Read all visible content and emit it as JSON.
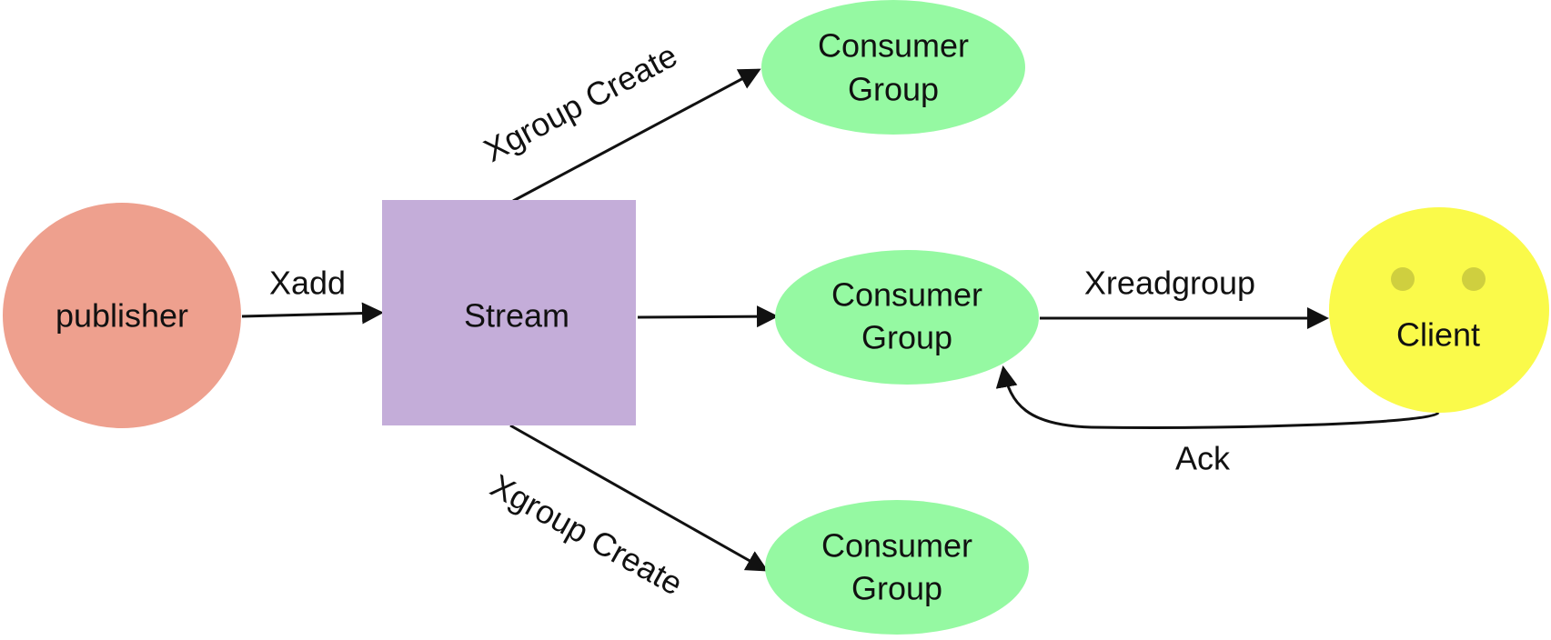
{
  "colors": {
    "publisher": "#EEA08E",
    "stream": "#C4ADD9",
    "consumer_group": "#95F9A2",
    "client": "#FAFA4A",
    "client_eyes": "#CFCF3F",
    "edge": "#111111"
  },
  "nodes": {
    "publisher": {
      "label": "publisher"
    },
    "stream": {
      "label": "Stream"
    },
    "consumer_group_top": {
      "label_line1": "Consumer",
      "label_line2": "Group"
    },
    "consumer_group_middle": {
      "label_line1": "Consumer",
      "label_line2": "Group"
    },
    "consumer_group_bottom": {
      "label_line1": "Consumer",
      "label_line2": "Group"
    },
    "client": {
      "label": "Client",
      "icon": "smiley-face-icon"
    }
  },
  "edges": {
    "xadd": {
      "label": "Xadd"
    },
    "xgroup_create_top": {
      "label": "Xgroup Create"
    },
    "xgroup_create_bottom": {
      "label": "Xgroup Create"
    },
    "xreadgroup": {
      "label": "Xreadgroup"
    },
    "ack": {
      "label": "Ack"
    }
  }
}
